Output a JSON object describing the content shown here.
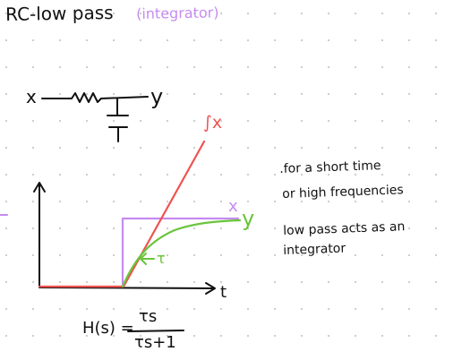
{
  "title": {
    "main": "RC-low pass",
    "annotation": "(integrator)"
  },
  "circuit": {
    "input_label": "x",
    "output_label": "y"
  },
  "graph": {
    "integral_label": "∫x",
    "input_label": "x",
    "output_label": "y",
    "time_axis_label": "t",
    "tau_label": "τ"
  },
  "note": {
    "lines": [
      ".for a short time",
      "or high frequencies",
      "low pass acts as an",
      "integrator"
    ]
  },
  "formula": {
    "lhs": "H(s) =",
    "numerator": "τs",
    "denominator": "τs+1"
  },
  "colors": {
    "ink": "#111111",
    "integral": "#ef5350",
    "input": "#c58cf0",
    "output": "#6ac43c",
    "grid_dot": "#c8c8c8"
  }
}
